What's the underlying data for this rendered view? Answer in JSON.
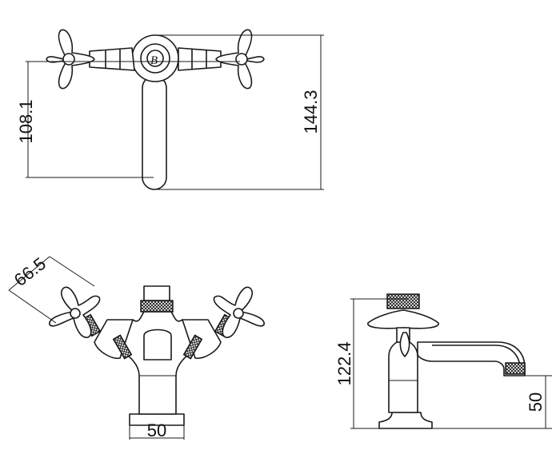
{
  "dimensions": {
    "top_view_spout_length": "108.1",
    "top_view_total_depth": "144.3",
    "front_view_handle_span": "66.5",
    "front_view_base_width": "50",
    "side_view_total_height": "122.4",
    "side_view_spout_height": "50"
  },
  "colors": {
    "line": "#1a1a1a",
    "background": "#ffffff"
  }
}
